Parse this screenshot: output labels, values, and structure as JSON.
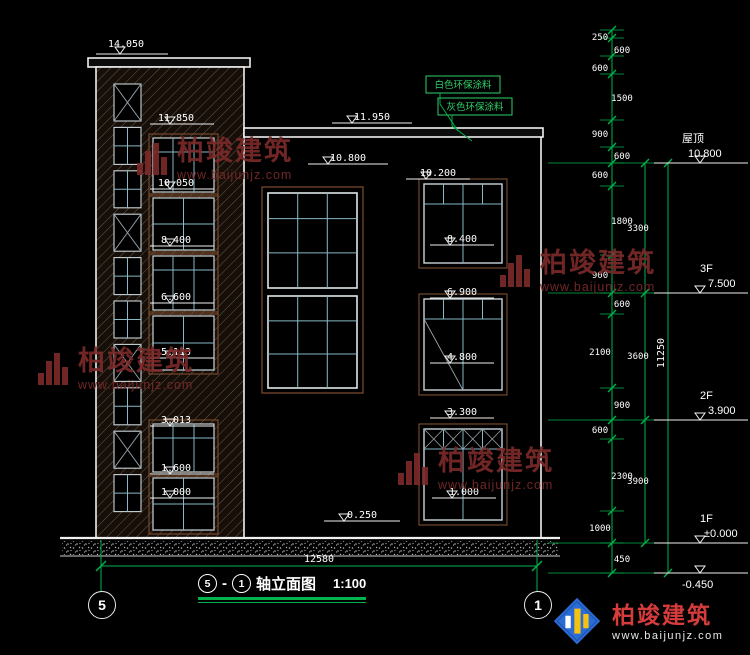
{
  "colors": {
    "line_white": "#f0f0f0",
    "dim_green": "#00b34a",
    "annotation_green": "#2fd06a",
    "watermark_red": "#7b2a2a",
    "brand_red": "#d63c3c",
    "logo_blue": "#2a6bd6",
    "logo_yellow": "#f5c211"
  },
  "title": {
    "axis_a": "5",
    "separator": "-",
    "axis_b": "1",
    "name": "轴立面图",
    "scale": "1:100"
  },
  "grid_bubbles": {
    "left": "5",
    "right": "1"
  },
  "annotations": {
    "white_paint": "白色环保涂料",
    "grey_paint": "灰色环保涂料"
  },
  "tower_levels": [
    "14.050",
    "11.850",
    "10.050",
    "8.400",
    "6.600",
    "5.113",
    "3.013",
    "1.600",
    "1.000"
  ],
  "mid_levels": {
    "roof": "11.950",
    "window_top": "10.800",
    "base": "0.250"
  },
  "right_levels": [
    "10.200",
    "8.400",
    "6.900",
    "4.800",
    "3.300",
    "1.000"
  ],
  "bottom_dim": "12580",
  "right_chain": {
    "segments": [
      "250",
      "600",
      "600",
      "1500",
      "900",
      "600",
      "600",
      "1800",
      "900",
      "600",
      "2100",
      "900",
      "600",
      "2300",
      "1000",
      "450"
    ],
    "floors": [
      "3300",
      "3600",
      "3900"
    ],
    "overall": "11250"
  },
  "floor_markers": [
    {
      "label": "屋顶",
      "value": "10.800"
    },
    {
      "label": "3F",
      "value": "7.500"
    },
    {
      "label": "2F",
      "value": "3.900"
    },
    {
      "label": "1F",
      "value": "±0.000"
    },
    {
      "label": "",
      "value": "-0.450"
    }
  ],
  "watermark": {
    "brand": "柏竣建筑",
    "url": "www.baijunjz.com"
  }
}
